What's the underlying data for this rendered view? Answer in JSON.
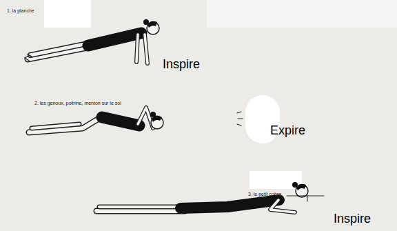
{
  "diagram": {
    "labels": [
      "1. la planche",
      "2. les genoux, poitrine, menton sur le sol",
      "3. le petit cobra",
      "Inspire",
      "Expire",
      "Inspire"
    ]
  }
}
